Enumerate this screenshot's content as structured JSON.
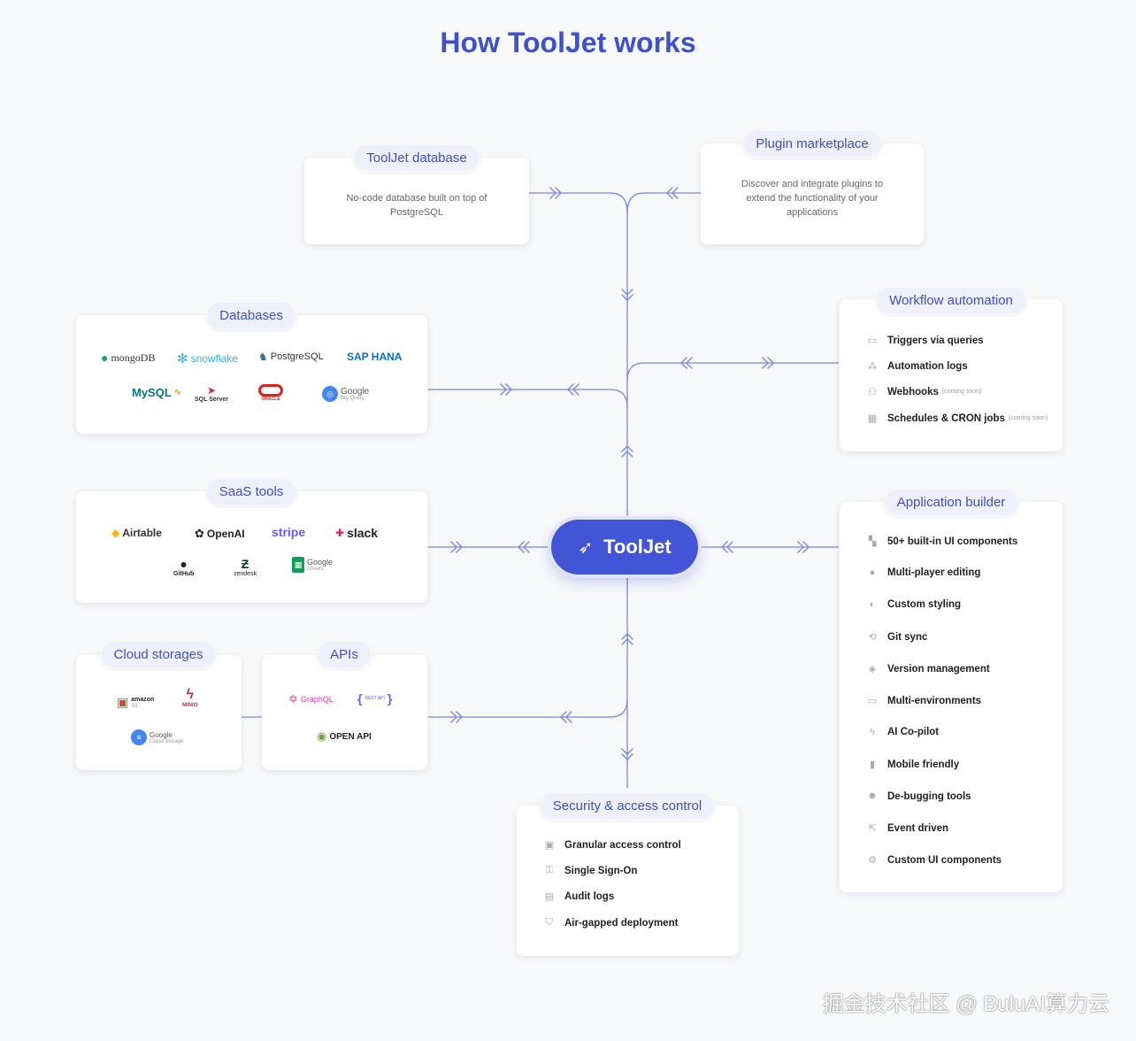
{
  "title": "How ToolJet works",
  "hub": {
    "label": "ToolJet",
    "icon": "rocket-icon"
  },
  "tooljet_database": {
    "title": "ToolJet database",
    "description": "No-code database built on top of PostgreSQL"
  },
  "plugin_marketplace": {
    "title": "Plugin marketplace",
    "description": "Discover and integrate plugins to extend the functionality of your applications"
  },
  "databases": {
    "title": "Databases",
    "logos": [
      {
        "label": "mongoDB",
        "color": "#13aa52"
      },
      {
        "label": "snowflake",
        "color": "#29b5e8"
      },
      {
        "label": "PostgreSQL",
        "color": "#336791"
      },
      {
        "label": "SAP HANA",
        "color": "#0a6ed1"
      },
      {
        "label": "MySQL",
        "color": "#00758f"
      },
      {
        "label": "SQL Server",
        "color": "#cc2927"
      },
      {
        "label": "ORACLE",
        "color": "#e0201a"
      },
      {
        "label": "Google",
        "sub": "Big Query",
        "color": "#4285f4"
      }
    ]
  },
  "saas_tools": {
    "title": "SaaS tools",
    "logos": [
      {
        "label": "Airtable",
        "color": "#333333"
      },
      {
        "label": "OpenAI",
        "color": "#111111"
      },
      {
        "label": "stripe",
        "color": "#635bff"
      },
      {
        "label": "slack",
        "color": "#111111"
      },
      {
        "label": "GitHub",
        "color": "#111111"
      },
      {
        "label": "zendesk",
        "color": "#03363d"
      },
      {
        "label": "Google",
        "sub": "Sheets",
        "color": "#0f9d58"
      }
    ]
  },
  "cloud_storages": {
    "title": "Cloud storages",
    "logos": [
      {
        "label": "amazon",
        "sub": "S3",
        "color": "#c7511f"
      },
      {
        "label": "MINIO",
        "color": "#c72c48"
      },
      {
        "label": "Google",
        "sub": "Cloud Storage",
        "color": "#4285f4"
      }
    ]
  },
  "apis": {
    "title": "APIs",
    "logos": [
      {
        "label": "GraphQL",
        "color": "#e535ab"
      },
      {
        "label": "REST API",
        "color": "#5a67d8"
      },
      {
        "label": "OPEN API",
        "color": "#111111"
      }
    ]
  },
  "workflow_automation": {
    "title": "Workflow automation",
    "items": [
      {
        "label": "Triggers via queries",
        "note": "",
        "icon": "terminal-icon"
      },
      {
        "label": "Automation logs",
        "note": "",
        "icon": "logs-icon"
      },
      {
        "label": "Webhooks",
        "note": "(coming soon)",
        "icon": "webhook-icon"
      },
      {
        "label": "Schedules & CRON jobs",
        "note": "(coming soon)",
        "icon": "calendar-icon"
      }
    ]
  },
  "application_builder": {
    "title": "Application builder",
    "items": [
      {
        "label": "50+ built-in UI components",
        "icon": "components-icon"
      },
      {
        "label": "Multi-player editing",
        "icon": "chat-icon"
      },
      {
        "label": "Custom styling",
        "icon": "contrast-icon"
      },
      {
        "label": "Git sync",
        "icon": "sync-icon"
      },
      {
        "label": "Version management",
        "icon": "layers-icon"
      },
      {
        "label": "Multi-environments",
        "icon": "environment-icon"
      },
      {
        "label": "AI Co-pilot",
        "icon": "bolt-icon"
      },
      {
        "label": "Mobile friendly",
        "icon": "mobile-icon"
      },
      {
        "label": "De-bugging tools",
        "icon": "bug-icon"
      },
      {
        "label": "Event driven",
        "icon": "cursor-click-icon"
      },
      {
        "label": "Custom UI components",
        "icon": "puzzle-icon"
      }
    ]
  },
  "security": {
    "title": "Security & access control",
    "items": [
      {
        "label": "Granular access control",
        "icon": "lock-icon"
      },
      {
        "label": "Single Sign-On",
        "icon": "key-icon"
      },
      {
        "label": "Audit logs",
        "icon": "document-icon"
      },
      {
        "label": "Air-gapped deployment",
        "icon": "shield-icon"
      }
    ]
  },
  "watermark": "掘金技术社区 @ BuluAI算力云",
  "colors": {
    "accent": "#4155d6",
    "wire": "#7b86e8",
    "pill_bg": "#eef0fb"
  }
}
